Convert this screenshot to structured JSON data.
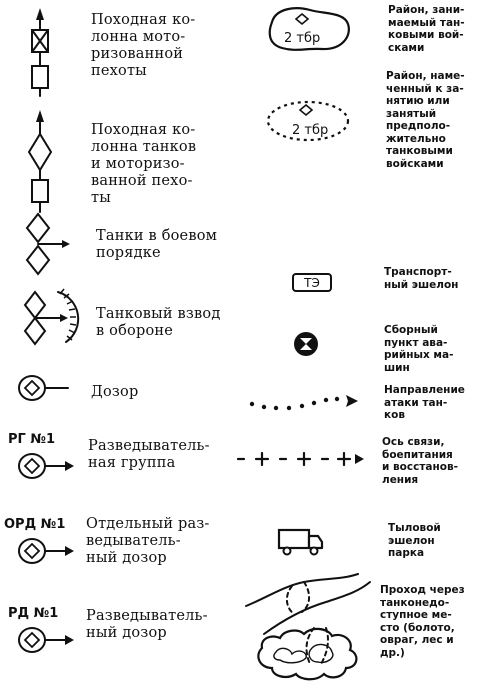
{
  "left_column": [
    {
      "label": "Походная ко-\nлонна мото-\nризованной\nпехоты",
      "code": ""
    },
    {
      "label": "Походная ко-\nлонна танков\nи моторизо-\nванной пехо-\nты",
      "code": ""
    },
    {
      "label": "Танки в боевом\nпорядке",
      "code": ""
    },
    {
      "label": "Танковый взвод\nв обороне",
      "code": ""
    },
    {
      "label": "Дозор",
      "code": ""
    },
    {
      "label": "Разведыватель-\nная группа",
      "code": "РГ №1"
    },
    {
      "label": "Отдельный раз-\nведыватель-\nный дозор",
      "code": "ОРД №1"
    },
    {
      "label": "Разведыватель-\nный дозор",
      "code": "РД №1"
    }
  ],
  "right_column": [
    {
      "label": "Район, зани-\nмаемый тан-\nковыми вой-\nсками",
      "symbol_text": "2 тбр"
    },
    {
      "label": "Район, наме-\nченный к за-\nнятию или\nзанятый\nпредполо-\nжительно\nтанковыми\nвойсками",
      "symbol_text": "2 тбр"
    },
    {
      "label": "Транспорт-\nный эшелон",
      "symbol_text": "ТЭ"
    },
    {
      "label": "Сборный\nпункт ава-\nрийных ма-\nшин",
      "symbol_text": ""
    },
    {
      "label": "Направление\nатаки тан-\nков",
      "symbol_text": ""
    },
    {
      "label": "Ось связи,\nбоепитания\nи восстанов-\nления",
      "symbol_text": ""
    },
    {
      "label": "Тыловой\nэшелон\nпарка",
      "symbol_text": ""
    },
    {
      "label": "Проход через\nтанконедо-\nступное ме-\nсто (болото,\nовраг, лес и\nдр.)",
      "symbol_text": ""
    }
  ]
}
